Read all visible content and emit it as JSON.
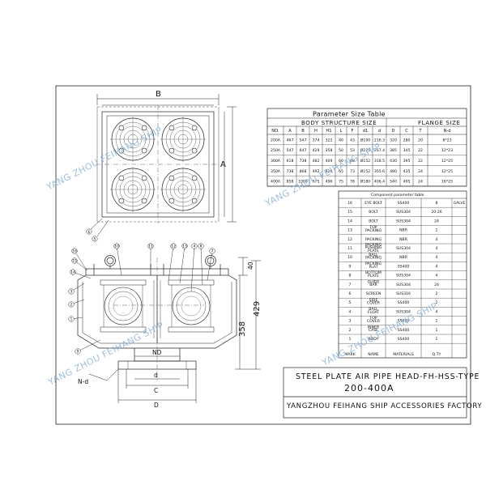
{
  "watermark": {
    "text_a": "YANG ZHOU FEIHANG SHIP",
    "text_b": "YANG ZHOU FEIHANG SHIP"
  },
  "parameter_table": {
    "title": "Parameter Size Table",
    "body_group": "BODY STRUCTURE SIZE",
    "flange_group": "FLANGE SIZE",
    "headers": [
      "NO.",
      "A",
      "B",
      "H",
      "H1",
      "L",
      "F",
      "d1",
      "d",
      "D",
      "C",
      "T",
      "N-d"
    ],
    "rows": [
      [
        "200A",
        "467",
        "547",
        "374",
        "322",
        "40",
        "43",
        "Ø100",
        "216.3",
        "320",
        "280",
        "20",
        "8*23"
      ],
      [
        "250A",
        "547",
        "647",
        "429",
        "358",
        "50",
        "53",
        "Ø125",
        "267.4",
        "385",
        "345",
        "22",
        "12*23"
      ],
      [
        "300A",
        "618",
        "738",
        "482",
        "409",
        "60",
        "68",
        "Ø152",
        "318.5",
        "430",
        "395",
        "22",
        "12*25"
      ],
      [
        "350A",
        "738",
        "868",
        "492",
        "420",
        "65",
        "73",
        "Ø152",
        "355.6",
        "480",
        "435",
        "24",
        "12*25"
      ],
      [
        "400A",
        "858",
        "1008",
        "575",
        "496",
        "75",
        "78",
        "Ø180",
        "406.4",
        "540",
        "495",
        "24",
        "16*25"
      ]
    ]
  },
  "component_table": {
    "title": "Component parameter table",
    "rows": [
      [
        "16",
        "EYE BOLT",
        "SS400",
        "8",
        "GALVE"
      ],
      [
        "15",
        "BOLT",
        "SUS304",
        "20-26",
        ""
      ],
      [
        "14",
        "BOLT",
        "SUS304",
        "24",
        ""
      ],
      [
        "13",
        "TOP PACKING",
        "NBR",
        "1",
        ""
      ],
      [
        "12",
        "PACKING",
        "NBR",
        "4",
        ""
      ],
      [
        "11",
        "PACKING PUSHING PLATE",
        "SUS304",
        "4",
        ""
      ],
      [
        "10",
        "BALL PACKING",
        "NBR",
        "4",
        ""
      ],
      [
        "9",
        "PACKING PLAT",
        "SS400",
        "4",
        ""
      ],
      [
        "8",
        "BOTTOM PLATE",
        "SUS304",
        "4",
        ""
      ],
      [
        "7",
        "GUIDE BAR",
        "SUS304",
        "24",
        ""
      ],
      [
        "6",
        "SCREEN",
        "SUS316",
        "2",
        ""
      ],
      [
        "5",
        "SIDE COVER",
        "SS400",
        "2",
        ""
      ],
      [
        "4",
        "BALL FLOAT",
        "SUS304",
        "4",
        ""
      ],
      [
        "3",
        "TOP COVER",
        "SS400",
        "1",
        ""
      ],
      [
        "2",
        "INNER CASE",
        "SS400",
        "1",
        ""
      ],
      [
        "1",
        "BODY",
        "SS400",
        "1",
        ""
      ]
    ],
    "footer": [
      "MARK",
      "NAME",
      "MATERIALS",
      "Q.TY",
      ""
    ]
  },
  "title_block": {
    "line1": "STEEL PLATE AIR PIPE HEAD-FH-HSS-TYPE",
    "line2": "200-400A",
    "factory": "YANGZHOU FEIHANG SHIP ACCESSORIES FACTORY"
  },
  "dimensions": {
    "B": "B",
    "A": "A",
    "H": "429",
    "H1": "358",
    "ND": "ND",
    "Nd": "N-d",
    "d": "d",
    "C": "C",
    "D": "D",
    "L": "40",
    "callouts_top": [
      "6",
      "5"
    ],
    "callouts_side": [
      "16",
      "15",
      "14",
      "3",
      "2",
      "1",
      "9",
      "10",
      "11",
      "12",
      "13",
      "4",
      "8",
      "7"
    ]
  }
}
